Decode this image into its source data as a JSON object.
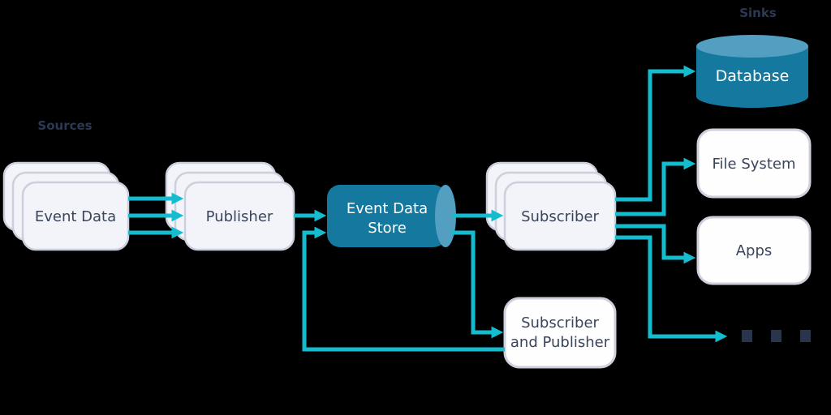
{
  "section_labels": {
    "sources": "Sources",
    "sinks": "Sinks"
  },
  "nodes": {
    "event_data": {
      "label": "Event Data",
      "shape": "stacked-card"
    },
    "publisher": {
      "label": "Publisher",
      "shape": "stacked-card"
    },
    "event_data_store": {
      "label": [
        "Event Data",
        "Store"
      ],
      "shape": "horizontal-cylinder"
    },
    "subscriber": {
      "label": "Subscriber",
      "shape": "stacked-card"
    },
    "subscriber_and_publisher": {
      "label": [
        "Subscriber",
        "and Publisher"
      ],
      "shape": "card"
    },
    "database": {
      "label": "Database",
      "shape": "vertical-cylinder"
    },
    "file_system": {
      "label": "File System",
      "shape": "card"
    },
    "apps": {
      "label": "Apps",
      "shape": "card"
    },
    "more_sinks": {
      "shape": "ellipsis-dots",
      "dot_count": 3
    }
  },
  "edges": [
    {
      "from": "event_data",
      "to": "publisher",
      "count": 3
    },
    {
      "from": "publisher",
      "to": "event_data_store"
    },
    {
      "from": "event_data_store",
      "to": "subscriber"
    },
    {
      "from": "event_data_store",
      "to": "subscriber_and_publisher"
    },
    {
      "from": "subscriber_and_publisher",
      "to": "event_data_store"
    },
    {
      "from": "subscriber",
      "to": "database"
    },
    {
      "from": "subscriber",
      "to": "file_system"
    },
    {
      "from": "subscriber",
      "to": "apps"
    },
    {
      "from": "subscriber",
      "to": "more_sinks"
    }
  ],
  "colors": {
    "background": "#000000",
    "arrow": "#13bcce",
    "cylinder_body": "#15789e",
    "cylinder_cap": "#539fc2",
    "stacked_card_fill": "#f2f4fa",
    "card_fill": "#fefefe",
    "card_border": "#cdd0dc",
    "node_text": "#3a455c",
    "cylinder_text": "#ffffff",
    "section_label_text": "#2b3954",
    "dots": "#28354a"
  }
}
